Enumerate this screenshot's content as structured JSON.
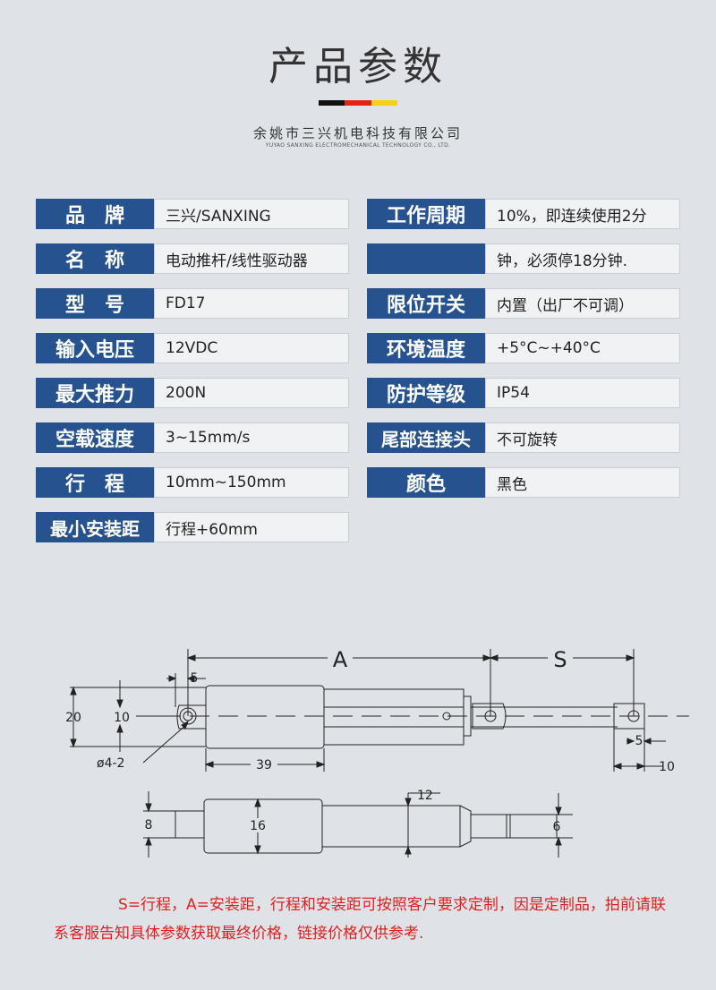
{
  "header": {
    "title": "产品参数",
    "company_cn": "余姚市三兴机电科技有限公司",
    "company_en": "YUYAO SANXING ELECTROMECHANICAL TECHNOLOGY CO., LTD.",
    "flag_colors": [
      "#111111",
      "#e5231b",
      "#f3d212"
    ]
  },
  "specs_left": [
    {
      "label": "品　牌",
      "value": "三兴/SANXING"
    },
    {
      "label": "名　称",
      "value": "电动推杆/线性驱动器"
    },
    {
      "label": "型　号",
      "value": "FD17"
    },
    {
      "label": "输入电压",
      "value": "12VDC"
    },
    {
      "label": "最大推力",
      "value": "200N"
    },
    {
      "label": "空载速度",
      "value": "3~15mm/s"
    },
    {
      "label": "行　程",
      "value": "10mm~150mm"
    },
    {
      "label": "最小安装距",
      "value": "行程+60mm"
    }
  ],
  "specs_right": [
    {
      "label": "工作周期",
      "value": "10%，即连续使用2分"
    },
    {
      "label": "",
      "value": "钟，必须停18分钟."
    },
    {
      "label": "限位开关",
      "value": "内置（出厂不可调）"
    },
    {
      "label": "环境温度",
      "value": "+5°C~+40°C"
    },
    {
      "label": "防护等级",
      "value": "IP54"
    },
    {
      "label": "尾部连接头",
      "value": "不可旋转"
    },
    {
      "label": "颜色",
      "value": "黑色"
    }
  ],
  "drawing": {
    "dim_A": "A",
    "dim_S": "S",
    "dim_5_top": "5",
    "dim_20": "20",
    "dim_10_left": "10",
    "dim_hole": "ø4-2",
    "dim_39": "39",
    "dim_5_right": "5",
    "dim_10_right": "10",
    "dim_8": "8",
    "dim_16": "16",
    "dim_12": "12",
    "dim_6": "6"
  },
  "note": "S=行程，A=安装距，行程和安装距可按照客户要求定制，因是定制品，拍前请联系客服告知具体参数获取最终价格，链接价格仅供参考."
}
